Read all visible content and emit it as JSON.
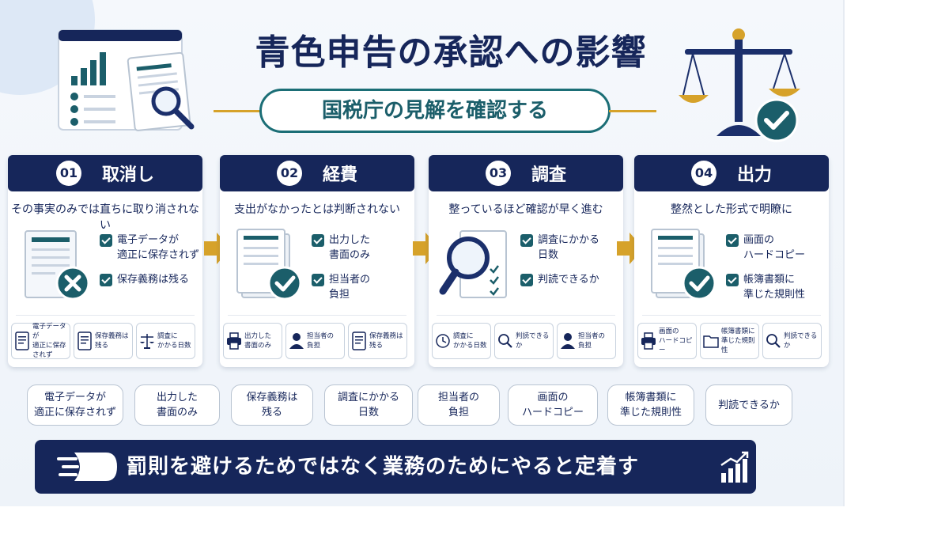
{
  "title": "青色申告の承認への影響",
  "subtitle": "国税庁の見解を確認する",
  "colors": {
    "navy": "#16265a",
    "teal": "#1b5e6a",
    "gold": "#d6a22a"
  },
  "cards": [
    {
      "num": "01",
      "title": "取消し",
      "subtitle": "その事実のみでは直ちに取り消されない",
      "checks": [
        "電子データが\n適正に保存されず",
        "保存義務は残る"
      ],
      "minis": [
        "電子データが\n適正に保存されず",
        "保存義務は\n残る",
        "調査に\nかかる日数"
      ]
    },
    {
      "num": "02",
      "title": "経費",
      "subtitle": "支出がなかったとは判断されない",
      "checks": [
        "出力した\n書面のみ",
        "担当者の\n負担"
      ],
      "minis": [
        "出力した\n書面のみ",
        "担当者の\n負担",
        "保存義務は\n残る"
      ]
    },
    {
      "num": "03",
      "title": "調査",
      "subtitle": "整っているほど確認が早く進む",
      "checks": [
        "調査にかかる\n日数",
        "判読できるか"
      ],
      "minis": [
        "調査に\nかかる日数",
        "判読できるか",
        "担当者の\n負担"
      ]
    },
    {
      "num": "04",
      "title": "出力",
      "subtitle": "整然とした形式で明瞭に",
      "checks": [
        "画面の\nハードコピー",
        "帳簿書類に\n準じた規則性"
      ],
      "minis": [
        "画面の\nハードコピー",
        "帳簿書類に\n準じた規則性",
        "判読できるか"
      ]
    }
  ],
  "pills": [
    "電子データが\n適正に保存されず",
    "出力した\n書面のみ",
    "保存義務は\n残る",
    "調査にかかる\n日数",
    "担当者の\n負担",
    "画面の\nハードコピー",
    "帳簿書類に\n準じた規則性",
    "判読できるか"
  ],
  "banner": "罰則を避けるためではなく業務のためにやると定着す",
  "icons": {
    "header_left": "document-magnifier-icon",
    "header_right": "balance-scale-check-icon",
    "card_art": [
      "document-x-icon",
      "document-check-icon",
      "magnifier-checklist-icon",
      "document-check-icon"
    ],
    "banner_left": "speed-arrow-icon",
    "banner_right": "growth-chart-icon"
  }
}
